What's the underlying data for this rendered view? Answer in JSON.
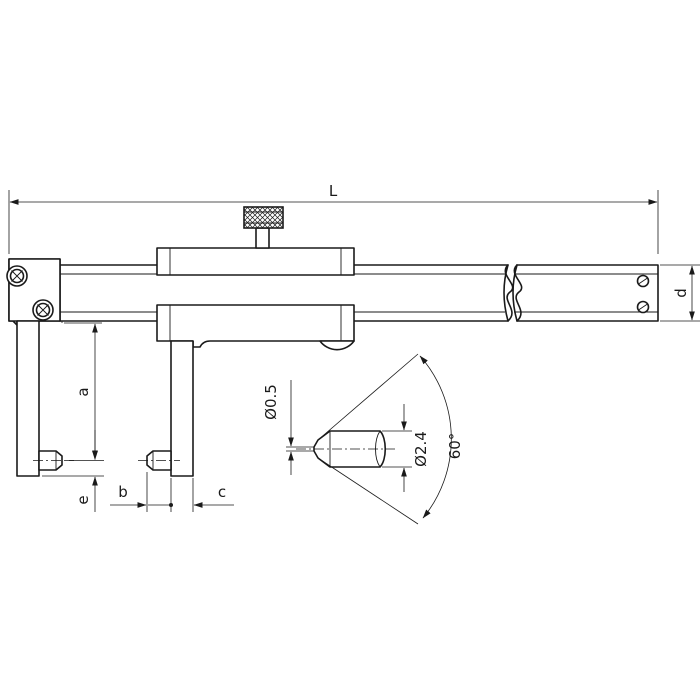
{
  "dimensions": {
    "L": "L",
    "d": "d",
    "a": "a",
    "b": "b",
    "c": "c",
    "e": "e",
    "tip_diameter": "Ø0.5",
    "body_diameter": "Ø2.4",
    "tip_angle": "60°"
  },
  "colors": {
    "line": "#1a1a1a",
    "background": "#ffffff"
  }
}
